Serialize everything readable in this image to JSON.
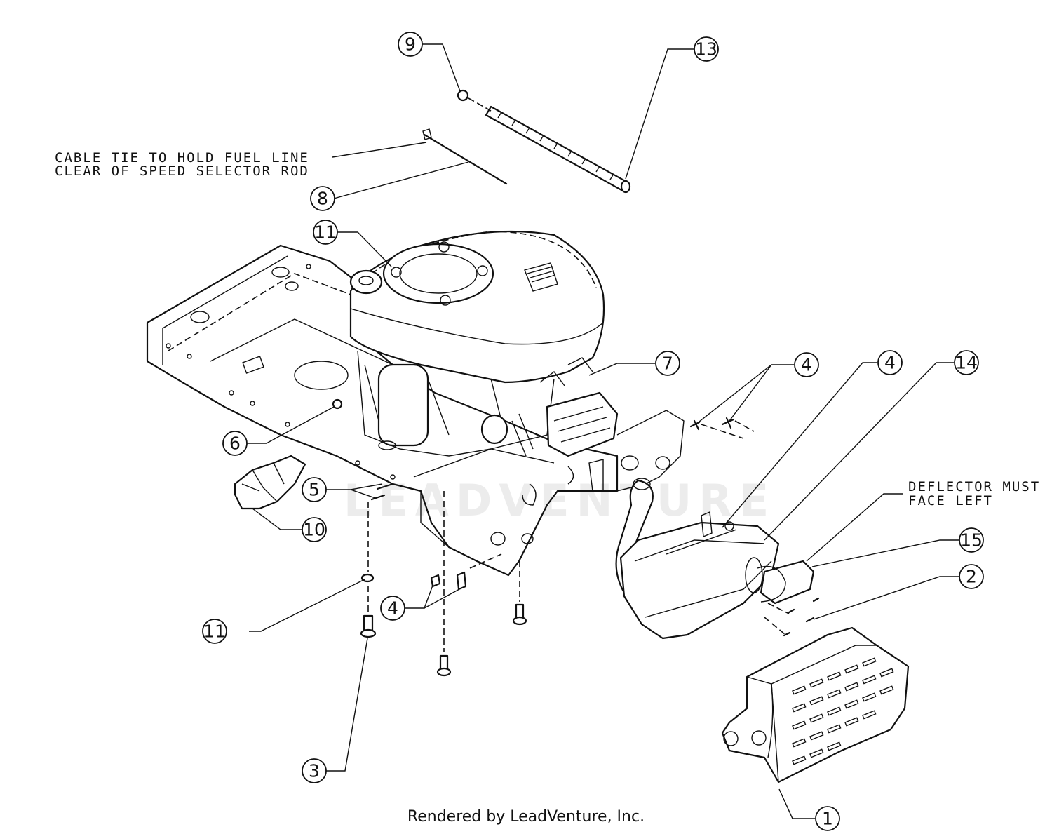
{
  "callouts": {
    "c1": "1",
    "c2": "2",
    "c3": "3",
    "c4a": "4",
    "c4b": "4",
    "c4c": "4",
    "c5": "5",
    "c6": "6",
    "c7": "7",
    "c8": "8",
    "c9": "9",
    "c10": "10",
    "c11a": "11",
    "c11b": "11",
    "c13": "13",
    "c14": "14",
    "c15": "15"
  },
  "notes": {
    "cable_tie_line1": "CABLE TIE TO HOLD FUEL LINE",
    "cable_tie_line2": "CLEAR OF SPEED SELECTOR ROD",
    "deflector_line1": "DEFLECTOR MUST",
    "deflector_line2": "FACE LEFT"
  },
  "watermark": "LEADVENTURE",
  "footer": "Rendered by LeadVenture, Inc."
}
